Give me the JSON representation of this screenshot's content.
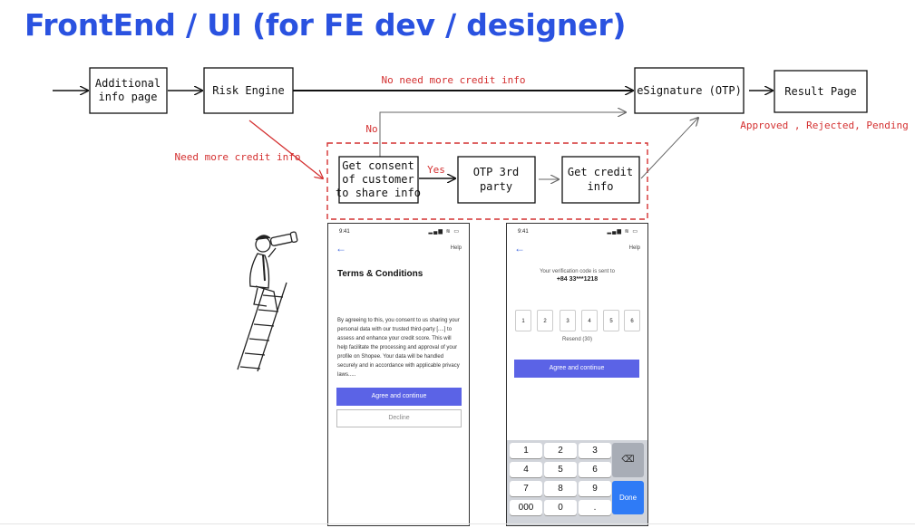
{
  "title": "FrontEnd / UI (for FE dev / designer)",
  "flow": {
    "box_additional": [
      "Additional",
      "info page"
    ],
    "box_risk": "Risk Engine",
    "box_esign": "eSignature (OTP)",
    "box_result": "Result Page",
    "box_consent": [
      "Get consent",
      "of customer",
      "to share info"
    ],
    "box_otp3": [
      "OTP 3rd",
      "party"
    ],
    "box_credit": [
      "Get credit",
      "info"
    ],
    "label_no_need": "No need more credit info",
    "label_need": "Need more credit info",
    "label_no": "No",
    "label_yes": "Yes",
    "label_result": "Approved , Rejected, Pending",
    "accent_red": "#d43030"
  },
  "phone1": {
    "time": "9:41",
    "status_icons": "▂▄▆ ≋ ▭",
    "back": "←",
    "help": "Help",
    "title": "Terms & Conditions",
    "body": "By agreeing to this, you consent to us sharing your personal data with our trusted third-party [....] to assess and enhance your credit score. This will help facilitate the processing and approval of your profile on Shopee. Your data will be handled securely and in accordance with applicable privacy laws.....",
    "agree_label": "Agree and continue",
    "decline_label": "Decline"
  },
  "phone2": {
    "time": "9:41",
    "status_icons": "▂▄▆ ≋ ▭",
    "back": "←",
    "help": "Help",
    "code_sent": "Your verification code is sent to",
    "phone_number": "+84 33***1218",
    "digits": [
      "1",
      "2",
      "3",
      "4",
      "5",
      "6"
    ],
    "resend": "Resend (30)",
    "agree_label": "Agree and continue",
    "keys": [
      "1",
      "2",
      "3",
      "4",
      "5",
      "6",
      "7",
      "8",
      "9",
      "000",
      "0",
      "."
    ],
    "key_delete": "⌫",
    "key_done": "Done"
  },
  "colors": {
    "title_blue": "#2a52e0",
    "button_purple": "#5b63e6",
    "done_blue": "#2f7bf6"
  }
}
